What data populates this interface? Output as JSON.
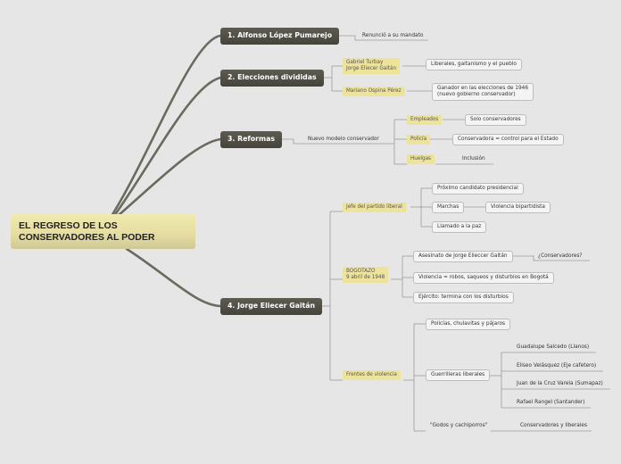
{
  "root": "EL REGRESO DE LOS CONSERVADORES AL PODER",
  "b1": {
    "title": "1. Alfonso López Pumarejo",
    "note": "Renunció a su mandato"
  },
  "b2": {
    "title": "2. Elecciones divididas",
    "turbay_gaitan": "Gabriel Turbay\nJorge Eliecer Gaitán",
    "liberales": "Liberales, gaitanismo y el pueblo",
    "ospina": "Mariano Ospina Pérez",
    "ganador": "Ganador en las elecciones de 1946\n(nuevo gobierno conservador)"
  },
  "b3": {
    "title": "3. Reformas",
    "modelo": "Nuevo modelo conservador",
    "empleados": "Empleados",
    "solo": "Solo conservadores",
    "policia": "Policía",
    "conservadora": "Conservadora =  control para el Estado",
    "huelgas": "Huelgas",
    "inclusion": "Inclusión"
  },
  "b4": {
    "title": "4. Jorge Eliecer Gaitán",
    "jefe": "Jefe del partido liberal",
    "proximo": "Próximo candidato presidencial",
    "marchas": "Marchas",
    "violencia_bip": "Violencia bipartidista",
    "llamado": "Llamado a la paz",
    "bogotazo": "BOGOTAZO\n9 abril de 1948",
    "asesinato": "Asesinato de Jorge Elieccer Gaitán",
    "conservadores_q": "¿Conservadores?",
    "violencia_robos": "Violencia = robos, saqueos y disturbios en Bogotá",
    "ejercito": "Ejército: termina con los disturbios",
    "frentes": "Frentes de violencia",
    "policias": "Policías, chulavitas y pájaros",
    "guerrilleras": "Guerrilleras liberales",
    "guadalupe": "Guadalupe Salcedo (Llanos)",
    "eliseo": "Eliseo Velásquez (Eje cafetero)",
    "juan": "Juan de la Cruz Varela (Sumapaz)",
    "rafael": "Rafael Rangel (Santander)",
    "godos": "\"Godos y cachiporros\"",
    "cons_lib": "Conservadores y liberales"
  }
}
